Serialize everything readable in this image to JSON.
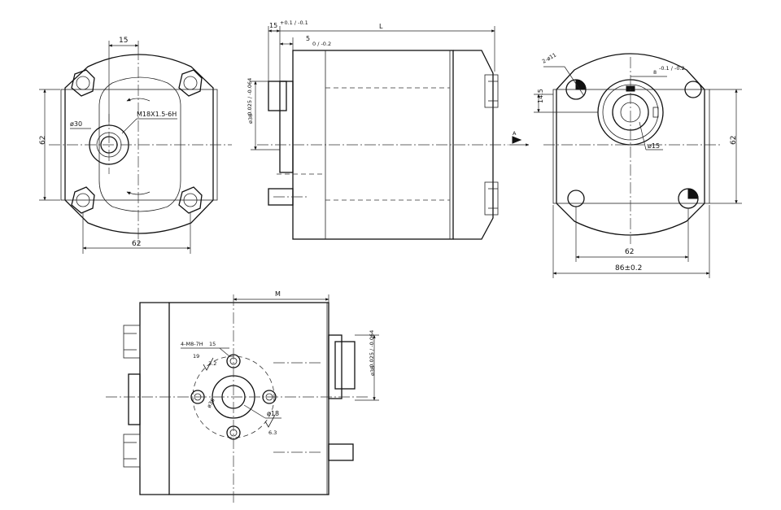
{
  "drawing": {
    "front_view": {
      "dim_top": "15",
      "dim_height": "62",
      "dim_bottom": "62",
      "port_thread": "M18X1.5-6H",
      "port_dia": "ø30"
    },
    "side_view": {
      "dim_flange": "15",
      "dim_flange_tol": "+0.1 / -0.1",
      "dim_step": "5",
      "dim_step_tol": "0 / -0.2",
      "dim_length": "L",
      "shaft_dia": "ø38",
      "shaft_dia_tol": "-0.025 / -0.064",
      "arrow_mark": "A"
    },
    "rear_view": {
      "holes": "2-ø11",
      "dim_key": "8",
      "dim_key_tol": "-0.1 / -0.2",
      "dim_offset": "14.5",
      "dim_height": "62",
      "bore_dia": "ø15",
      "dim_holes": "62",
      "dim_width": "86±0.2"
    },
    "bottom_view": {
      "dim_m": "M",
      "thread_spec": "4-M8-7H",
      "thread_depth": "15",
      "drill_depth": "19",
      "roughness_a": "3.2",
      "inner_dia": "ø36",
      "port_dia": "ø18",
      "roughness_b": "6.3",
      "shaft_dia": "ø38",
      "shaft_dia_tol": "-0.025 / -0.064"
    }
  }
}
